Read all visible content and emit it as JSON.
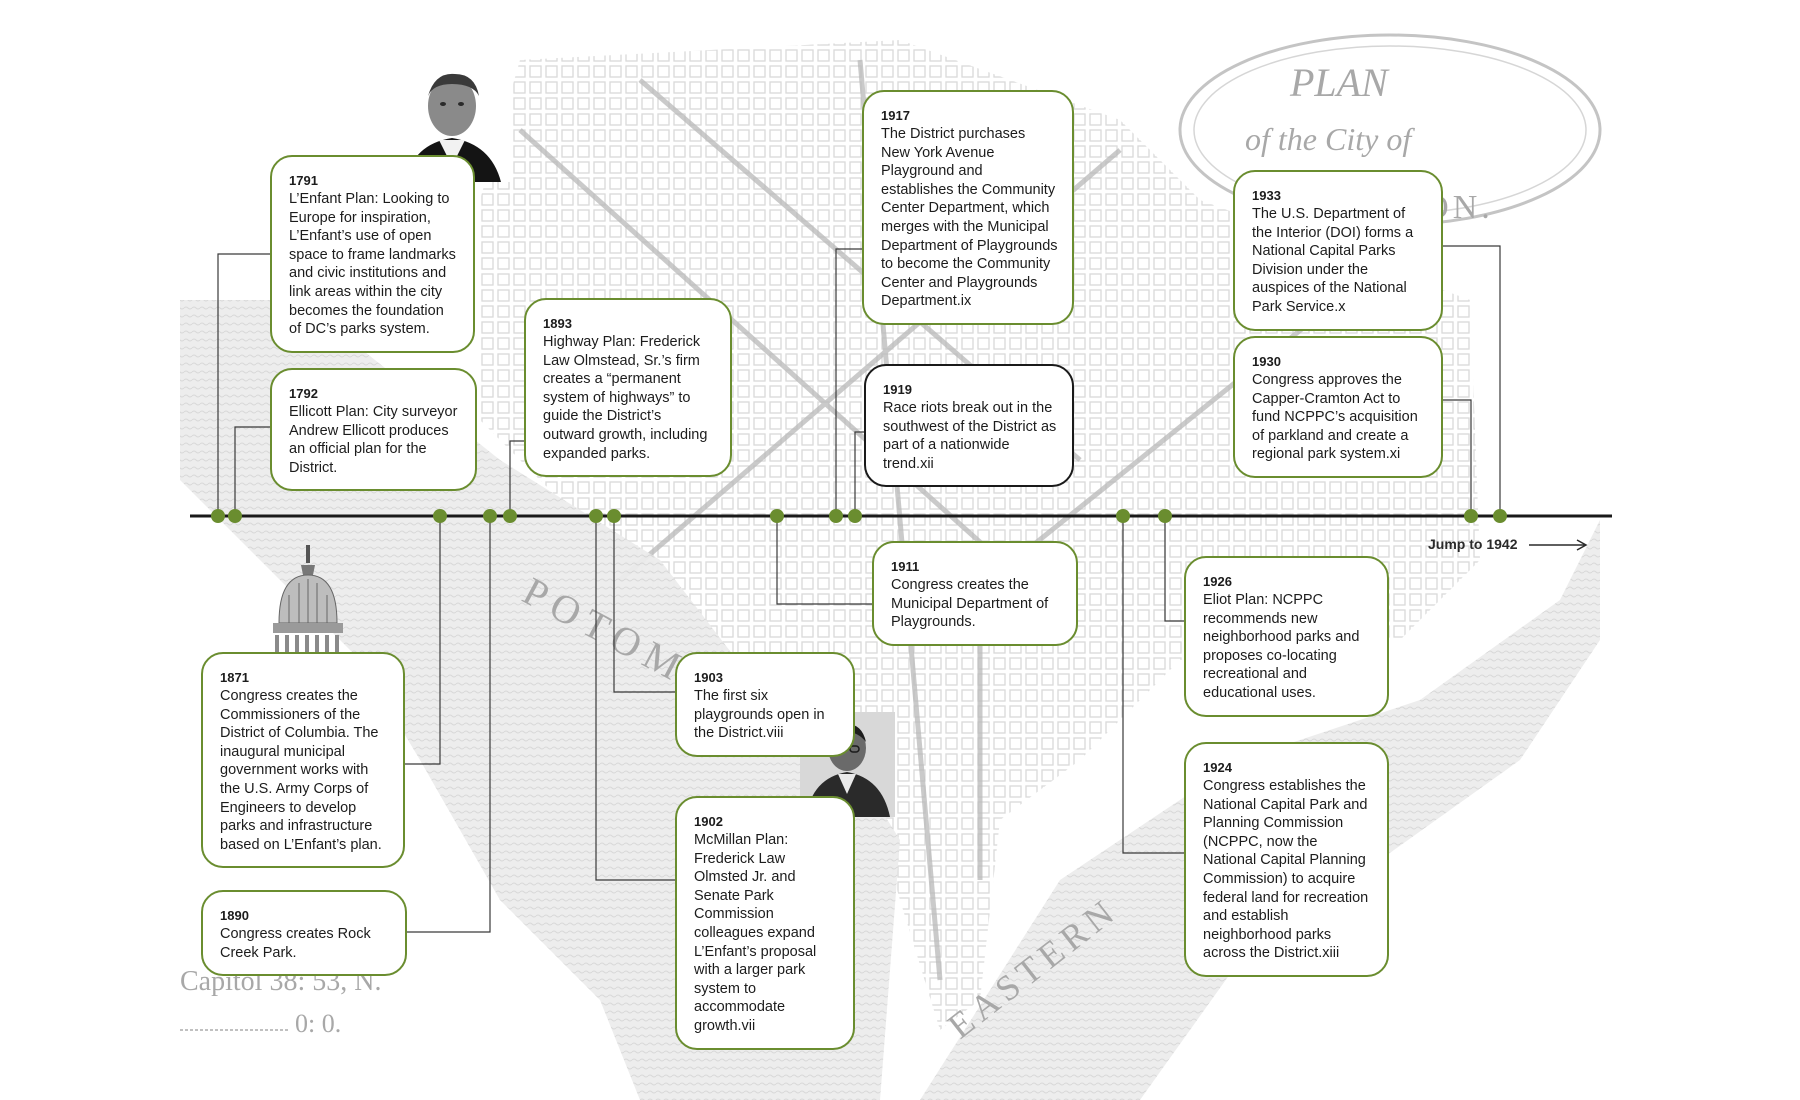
{
  "events": [
    {
      "year": "1791",
      "text": "L’Enfant Plan: Looking to Europe for inspiration, L’Enfant’s use of open space to frame landmarks and civic institutions and link areas within the city becomes the foundation of DC’s parks system."
    },
    {
      "year": "1792",
      "text": "Ellicott Plan: City surveyor Andrew Ellicott produces an official plan for the District."
    },
    {
      "year": "1893",
      "text": "Highway Plan: Frederick Law Olmstead, Sr.’s firm creates a “permanent system of highways” to guide the District’s outward growth, including expanded parks."
    },
    {
      "year": "1917",
      "text": "The District purchases New York Avenue Playground and establishes the Community Center Department, which merges with the Municipal Department of Playgrounds to become the Community Center and Playgrounds Department.ix"
    },
    {
      "year": "1919",
      "text": "Race riots break out in the southwest of the District as part of a nationwide trend.xii"
    },
    {
      "year": "1933",
      "text": "The U.S. Department of the Interior (DOI) forms a National Capital Parks Division under the auspices of the National Park Service.x"
    },
    {
      "year": "1930",
      "text": "Congress approves the Capper-Cramton Act to fund NCPPC’s acquisition of parkland and create a regional park system.xi"
    },
    {
      "year": "1871",
      "text": "Congress creates the Commissioners of the District of Columbia. The inaugural municipal government works with the U.S. Army Corps of Engineers to develop parks and infrastructure based on L’Enfant’s plan."
    },
    {
      "year": "1890",
      "text": "Congress creates Rock Creek Park."
    },
    {
      "year": "1903",
      "text": "The first six playgrounds open in the District.viii"
    },
    {
      "year": "1902",
      "text": "McMillan Plan: Frederick Law Olmsted Jr. and Senate Park Commission colleagues expand L’Enfant’s proposal with a larger park system to accommodate growth.vii"
    },
    {
      "year": "1911",
      "text": "Congress creates the Municipal Department of Playgrounds."
    },
    {
      "year": "1926",
      "text": "Eliot Plan: NCPPC recommends new neighborhood parks and proposes co-locating recreational and educational uses."
    },
    {
      "year": "1924",
      "text": "Congress establishes the National Capital Park and Planning Commission (NCPPC, now the National Capital Planning Commission) to acquire federal land for recreation and establish neighborhood parks across the District.xiii"
    }
  ],
  "map_labels": {
    "plan_title_1": "PLAN",
    "plan_title_2": "of the City of",
    "plan_title_3": "TON.",
    "river_potomac": "POTOMAK",
    "river_eastern": "EASTERN",
    "capitol_coords_1": "Capitol 38: 53, N.",
    "capitol_coords_2": "0: 0."
  },
  "nav": {
    "jump_label": "Jump to 1942"
  },
  "colors": {
    "accent": "#6a8d2f",
    "timeline": "#1a1a1a",
    "dot": "#6a8d2f",
    "map": "#c9c9c9"
  }
}
